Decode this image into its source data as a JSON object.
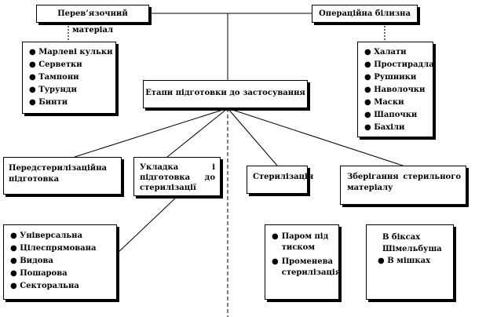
{
  "colors": {
    "line": "#000000",
    "box_border": "#000000",
    "box_shadow": "#000000",
    "background": "#ffffff"
  },
  "bullet_char": "●",
  "top_left": {
    "title": "Перев’язочний матеріал",
    "items": [
      "Марлеві кульки",
      "Серветки",
      "Тампони",
      "Турунди",
      "Бинти"
    ]
  },
  "top_right": {
    "title": "Операційна білизна",
    "items": [
      "Халати",
      "Простирадла",
      "Рушники",
      "Наволочки",
      "Маски",
      "Шапочки",
      "Бахіли"
    ]
  },
  "center": {
    "title": "Етапи підготовки до застосування"
  },
  "stages": {
    "presterilization": {
      "title": "Передстерилізаційна підготовка"
    },
    "packing": {
      "line1": [
        "Укладка",
        "і"
      ],
      "line2": [
        "підготовка",
        "до"
      ],
      "line3": "стерилізації"
    },
    "sterilization": {
      "title": "Стерилізація"
    },
    "storage": {
      "line1": [
        "Зберігання",
        "стерильного"
      ],
      "line2": "матеріалу"
    }
  },
  "packing_types": {
    "items": [
      "Універсальна",
      "Цілеспрямована",
      "Видова",
      "Пошарова",
      "Секторальна"
    ]
  },
  "sterilization_methods": {
    "items": [
      "Паром під тиском",
      "Променева стерилізація"
    ]
  },
  "storage_places": {
    "heading_line1": "В біксах",
    "heading_line2": "Шімельбуша",
    "items": [
      "В мішках"
    ]
  }
}
